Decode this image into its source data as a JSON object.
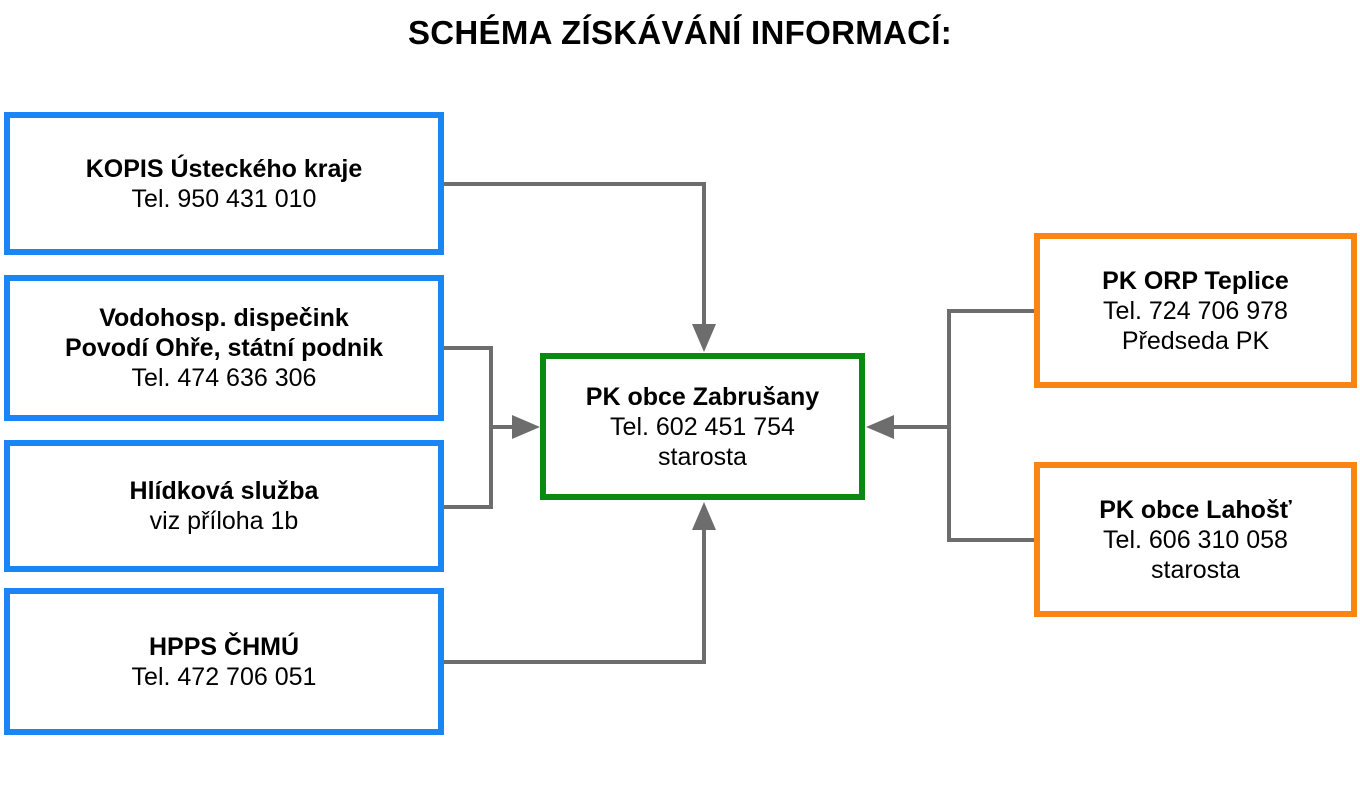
{
  "title": "SCHÉMA ZÍSKÁVÁNÍ INFORMACÍ:",
  "colors": {
    "blue": "#1a86f5",
    "green": "#0b8a12",
    "orange": "#fb8512",
    "connector": "#6d6d6d"
  },
  "sources_left": [
    {
      "name": "KOPIS Ústeckého kraje",
      "detail": "Tel. 950 431 010"
    },
    {
      "name_line1": "Vodohosp. dispečink",
      "name_line2": "Povodí Ohře, státní podnik",
      "detail": "Tel. 474 636 306"
    },
    {
      "name": "Hlídková služba",
      "detail": "viz příloha 1b"
    },
    {
      "name": "HPPS ČHMÚ",
      "detail": "Tel. 472 706 051"
    }
  ],
  "center": {
    "name": "PK obce Zabrušany",
    "phone": "Tel. 602 451 754",
    "role": "starosta"
  },
  "sources_right": [
    {
      "name": "PK ORP Teplice",
      "phone": "Tel. 724 706 978",
      "role": "Předseda PK"
    },
    {
      "name": "PK obce Lahošť",
      "phone": "Tel. 606 310 058",
      "role": "starosta"
    }
  ]
}
